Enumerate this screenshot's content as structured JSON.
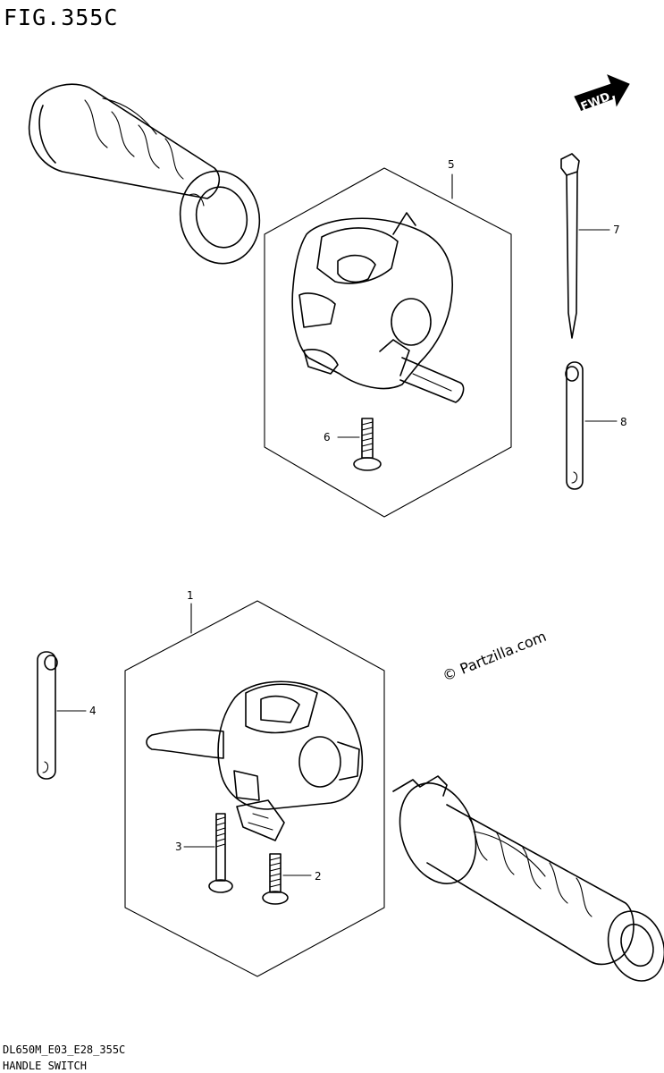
{
  "figure": {
    "title": "FIG.355C",
    "code": "DL650M_E03_E28_355C",
    "name": "HANDLE SWITCH"
  },
  "direction_marker": {
    "label": "FWD",
    "icon": "arrow-right-icon"
  },
  "watermark": "© Partzilla.com",
  "callouts": [
    "1",
    "2",
    "3",
    "4",
    "5",
    "6",
    "7",
    "8"
  ]
}
